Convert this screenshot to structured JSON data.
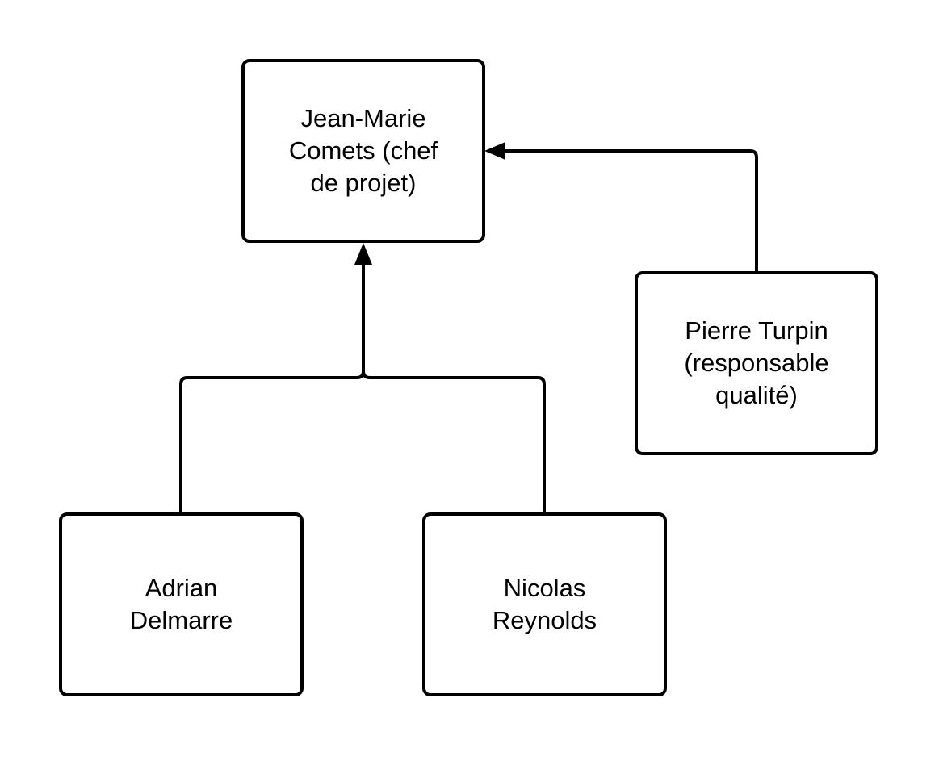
{
  "diagram": {
    "nodes": {
      "chef_de_projet": {
        "lines": [
          "Jean-Marie",
          "Comets (chef",
          "de projet)"
        ]
      },
      "responsable_qualite": {
        "lines": [
          "Pierre Turpin",
          "(responsable",
          "qualité)"
        ]
      },
      "adrian": {
        "lines": [
          "Adrian",
          "Delmarre"
        ]
      },
      "nicolas": {
        "lines": [
          "Nicolas",
          "Reynolds"
        ]
      }
    },
    "edges": [
      {
        "from": "responsable_qualite",
        "to": "chef_de_projet"
      },
      {
        "from": "adrian",
        "to": "chef_de_projet"
      },
      {
        "from": "nicolas",
        "to": "chef_de_projet"
      }
    ],
    "colors": {
      "stroke": "#000000",
      "fill": "#ffffff",
      "text": "#000000"
    }
  }
}
